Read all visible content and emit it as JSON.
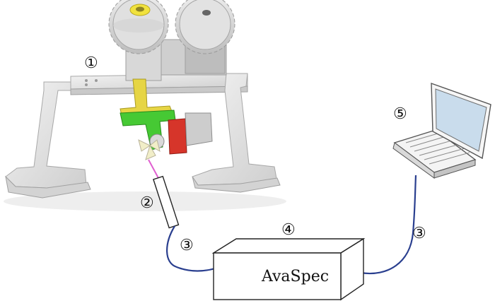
{
  "labels": {
    "rig": "①",
    "probe": "②",
    "fiber_left": "③",
    "spectrometer_num": "④",
    "laptop_num": "⑤",
    "fiber_right": "③"
  },
  "spectrometer": {
    "name": "AvaSpec"
  },
  "colors": {
    "fiber": "#2a3f8f",
    "frame": "#e6e6e6",
    "gear": "#dedede",
    "arm": "#e8d64a",
    "bracket": "#3fcf2a",
    "motor_face": "#d42f22",
    "motor_body": "#c8c8c8",
    "probe_tip": "#e05fd0",
    "screen": "#c9dcec"
  }
}
